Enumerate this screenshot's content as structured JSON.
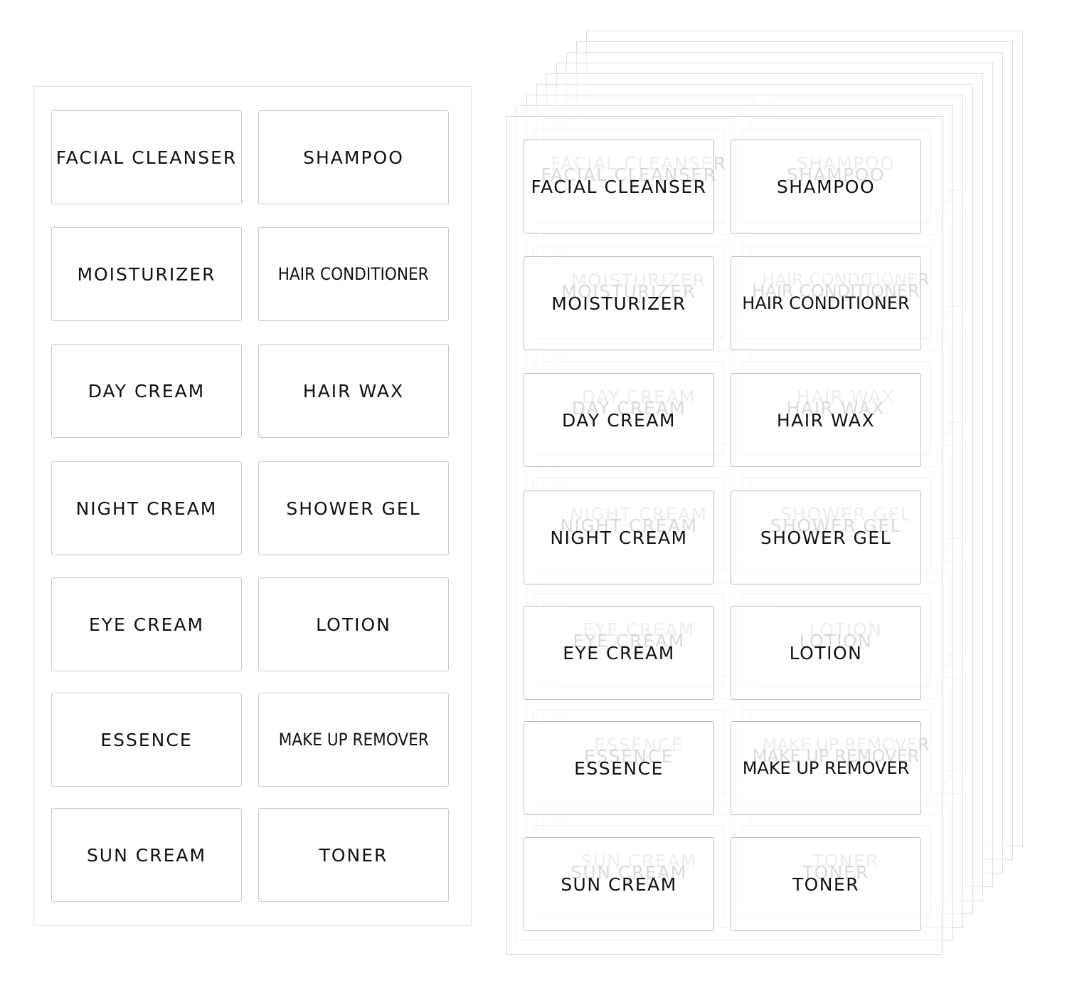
{
  "labels": [
    "FACIAL  CLEANSER",
    "SHAMPOO",
    "MOISTURIZER",
    "HAIR CONDITIONER",
    "DAY CREAM",
    "HAIR WAX",
    "NIGHT CREAM",
    "SHOWER GEL",
    "EYE CREAM",
    "LOTION",
    "ESSENCE",
    "MAKE UP REMOVER",
    "SUN CREAM",
    "TONER"
  ]
}
